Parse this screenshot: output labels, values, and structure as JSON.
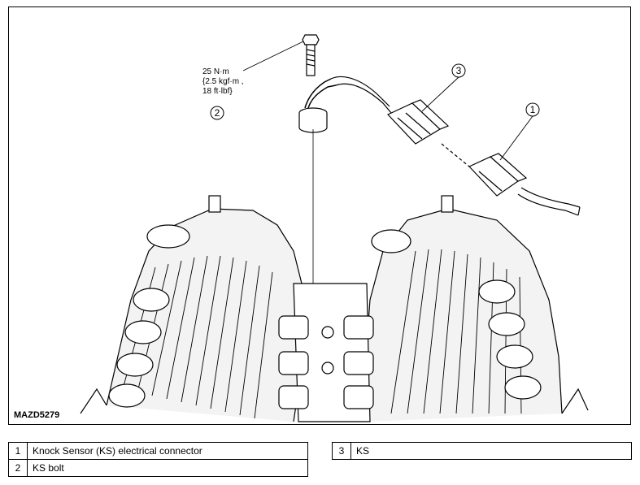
{
  "figure": {
    "code": "MAZD5279",
    "torque": {
      "line1": "25 N·m",
      "line2": "{2.5 kgf·m ,",
      "line3": "18 ft·lbf}"
    },
    "callouts": [
      "1",
      "2",
      "3"
    ]
  },
  "legend": {
    "left": [
      {
        "num": "1",
        "label": "Knock Sensor (KS) electrical connector"
      },
      {
        "num": "2",
        "label": "KS bolt"
      }
    ],
    "right": [
      {
        "num": "3",
        "label": "KS"
      }
    ]
  }
}
